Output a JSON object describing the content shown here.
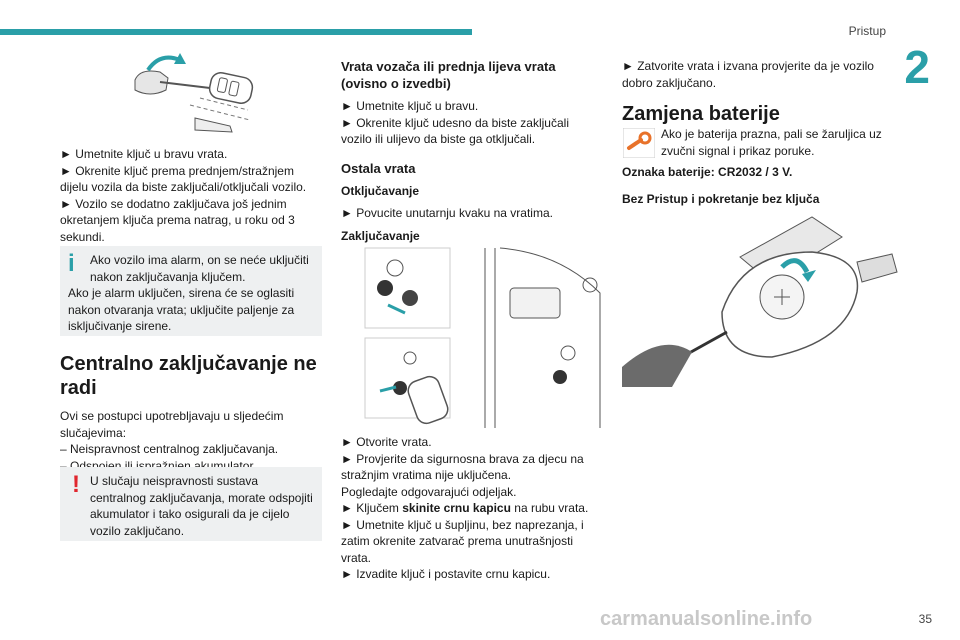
{
  "header": {
    "section": "Pristup",
    "chapter": "2"
  },
  "page_number": "35",
  "watermark": "carmanualsonline.info",
  "col1": {
    "steps": [
      "► Umetnite ključ u bravu vrata.",
      "► Okrenite ključ prema prednjem/stražnjem dijelu vozila da biste zaključali/otključali vozilo.",
      "► Vozilo se dodatno zaključava još jednim okretanjem ključa prema natrag, u roku od 3 sekundi."
    ],
    "info": {
      "line1": "Ako vozilo ima alarm, on se neće uključiti nakon zaključavanja ključem.",
      "line2": "Ako je alarm uključen, sirena će se oglasiti nakon otvaranja vrata; uključite paljenje za isključivanje sirene."
    },
    "title": "Centralno zaključavanje ne radi",
    "intro": "Ovi se postupci upotrebljavaju u sljedećim slučajevima:",
    "bullets": [
      "– Neispravnost centralnog zaključavanja.",
      "– Odspojen ili ispražnjen akumulator."
    ],
    "warning": "U slučaju neispravnosti sustava centralnog zaključavanja, morate odspojiti akumulator i tako osigurali da je cijelo vozilo zaključano."
  },
  "col2": {
    "title": "Vrata vozača ili prednja lijeva vrata (ovisno o izvedbi)",
    "steps": [
      "► Umetnite ključ u bravu.",
      "► Okrenite ključ udesno da biste zaključali vozilo ili ulijevo da biste ga otključali."
    ],
    "sub_title": "Ostala vrata",
    "unlock_title": "Otključavanje",
    "unlock_step": "► Povucite unutarnju kvaku na vratima.",
    "lock_title": "Zaključavanje",
    "lock_steps": {
      "s1": "► Otvorite vrata.",
      "s2": "► Provjerite da sigurnosna brava za djecu na stražnjim vratima nije uključena.",
      "s3": "Pogledajte odgovarajući odjeljak.",
      "s4_pre": "► Ključem ",
      "s4_bold": "skinite crnu kapicu",
      "s4_post": " na rubu vrata.",
      "s5": "► Umetnite ključ u šupljinu, bez naprezanja, i zatim okrenite zatvarač prema unutrašnjosti vrata.",
      "s6": "► Izvadite ključ i postavite crnu kapicu."
    }
  },
  "col3": {
    "step": "► Zatvorite vrata i izvana provjerite da je vozilo dobro zaključano.",
    "title": "Zamjena baterije",
    "note": "Ako je baterija prazna, pali se žaruljica uz zvučni signal i prikaz poruke.",
    "battery_label": "Oznaka baterije: CR2032 / 3 V.",
    "keyless_title": "Bez Pristup i pokretanje bez ključa"
  },
  "colors": {
    "accent": "#2a9fa8",
    "warning": "#e0262e",
    "info": "#2a9fa8",
    "wrench": "#e8722a"
  },
  "icons": [
    "info-icon",
    "warning-icon",
    "wrench-icon"
  ]
}
